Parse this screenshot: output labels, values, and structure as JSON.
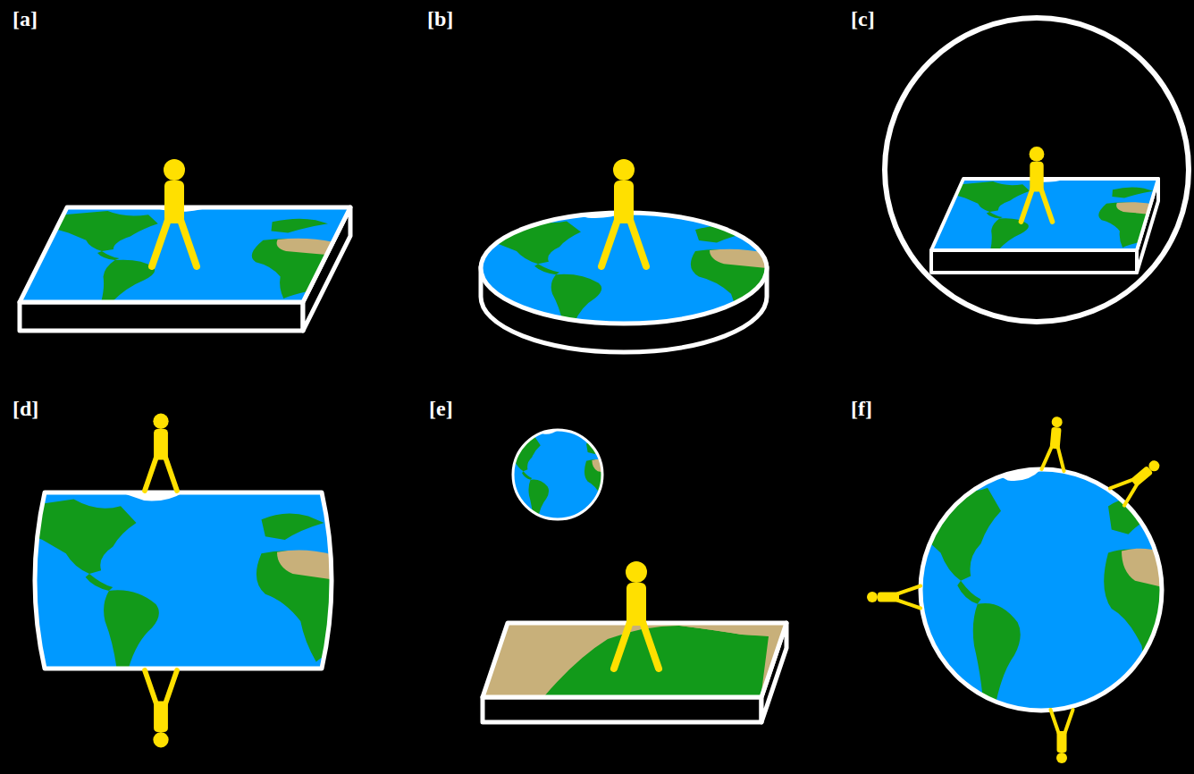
{
  "diagram": {
    "labels": [
      "[a]",
      "[b]",
      "[c]",
      "[d]",
      "[e]",
      "[f]"
    ]
  }
}
